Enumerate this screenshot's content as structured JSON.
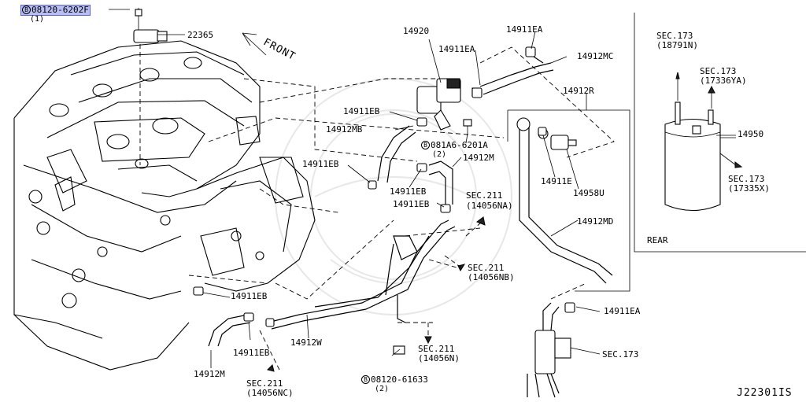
{
  "diagram": {
    "diagram_id": "J22301IS",
    "front_label": "FRONT",
    "rear_label": "REAR"
  },
  "bolts": {
    "bolt_top": {
      "prefix": "B",
      "part_number": "08120-6202F",
      "qty": "(1)"
    },
    "bolt_valve": {
      "prefix": "B",
      "part_number": "081A6-6201A",
      "qty": "(2)"
    },
    "bolt_bottom": {
      "prefix": "B",
      "part_number": "08120-61633",
      "qty": "(2)"
    }
  },
  "part_labels": {
    "p22365": "22365",
    "p14920": "14920",
    "p14911ea_top": "14911EA",
    "p14911ea_mid": "14911EA",
    "p14912mc": "14912MC",
    "p14912r": "14912R",
    "p14911eb_a": "14911EB",
    "p14912mb": "14912MB",
    "p14912m_mid": "14912M",
    "p14911eb_b": "14911EB",
    "p14911eb_c": "14911EB",
    "p14911eb_d": "14911EB",
    "p14911e": "14911E",
    "p14958u": "14958U",
    "p14912md": "14912MD",
    "p14950": "14950",
    "p14911eb_e": "14911EB",
    "p14911eb_f": "14911EB",
    "p14912w": "14912W",
    "p14912m_bottom": "14912M",
    "p14911ea_bottom": "14911EA"
  },
  "section_refs": {
    "sec_18791n": {
      "label": "SEC.173",
      "code": "(18791N)"
    },
    "sec_17336ya": {
      "label": "SEC.173",
      "code": "(17336YA)"
    },
    "sec_17335x": {
      "label": "SEC.173",
      "code": "(17335X)"
    },
    "sec_14056na": {
      "label": "SEC.211",
      "code": "(14056NA)"
    },
    "sec_14056nb": {
      "label": "SEC.211",
      "code": "(14056NB)"
    },
    "sec_14056n": {
      "label": "SEC.211",
      "code": "(14056N)"
    },
    "sec_14056nc": {
      "label": "SEC.211",
      "code": "(14056NC)"
    },
    "sec_173_bottom": {
      "label": "SEC.173",
      "code": ""
    }
  },
  "colors": {
    "line": "#000000",
    "background": "#ffffff",
    "highlight_fill": "#b9bef0",
    "watermark": "#e7e7e7"
  }
}
